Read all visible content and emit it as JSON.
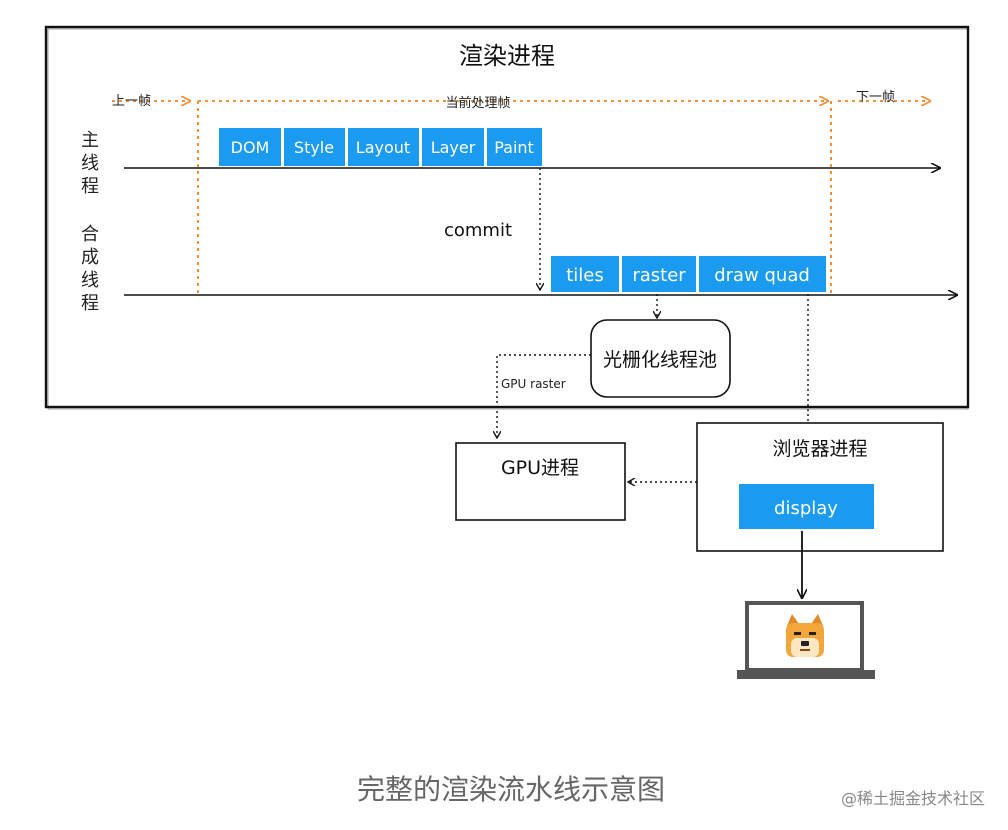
{
  "colors": {
    "accent_blue": "#1a9bf0",
    "frame_orange": "#f0913a",
    "line": "#111111",
    "caption_gray": "#666666"
  },
  "renderer": {
    "title": "渲染进程",
    "prev_frame": "上一帧",
    "current_frame": "当前处理帧",
    "next_frame": "下一帧",
    "main_thread_label": [
      "主",
      "线",
      "程"
    ],
    "compositor_thread_label": [
      "合",
      "成",
      "线",
      "程"
    ],
    "main_stages": [
      "DOM",
      "Style",
      "Layout",
      "Layer",
      "Paint"
    ],
    "commit": "commit",
    "compositor_stages": [
      "tiles",
      "raster",
      "draw quad"
    ],
    "raster_pool": "光栅化线程池",
    "gpu_raster": "GPU raster"
  },
  "gpu_process": {
    "title": "GPU进程"
  },
  "browser_process": {
    "title": "浏览器进程",
    "display": "display"
  },
  "monitor": {
    "icon": "doge-face-icon"
  },
  "caption": "完整的渲染流水线示意图",
  "watermark": "@稀土掘金技术社区"
}
